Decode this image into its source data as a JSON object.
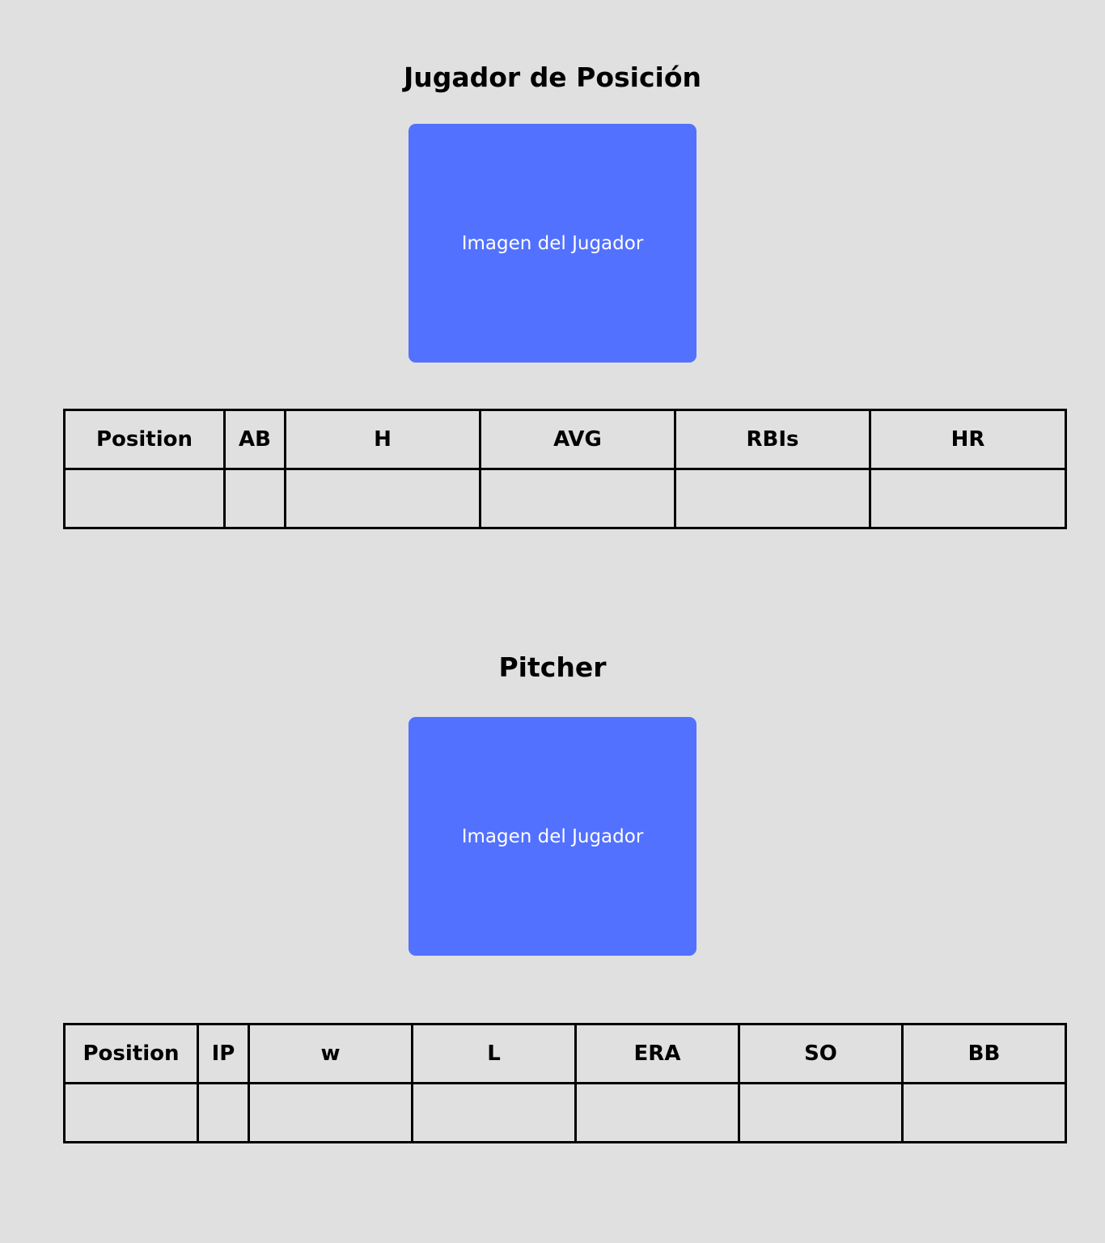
{
  "position_player": {
    "title": "Jugador de Posición",
    "image_label": "Imagen del Jugador",
    "columns": [
      "Position",
      "AB",
      "H",
      "AVG",
      "RBIs",
      "HR"
    ],
    "row": [
      "",
      "",
      "",
      "",
      "",
      ""
    ]
  },
  "pitcher": {
    "title": "Pitcher",
    "image_label": "Imagen del Jugador",
    "columns": [
      "Position",
      "IP",
      "w",
      "L",
      "ERA",
      "SO",
      "BB"
    ],
    "row": [
      "",
      "",
      "",
      "",
      "",
      "",
      ""
    ]
  },
  "colors": {
    "background": "#e0e0e0",
    "image_placeholder": "#5271ff",
    "image_text": "#ffffff",
    "table_border": "#000000"
  }
}
